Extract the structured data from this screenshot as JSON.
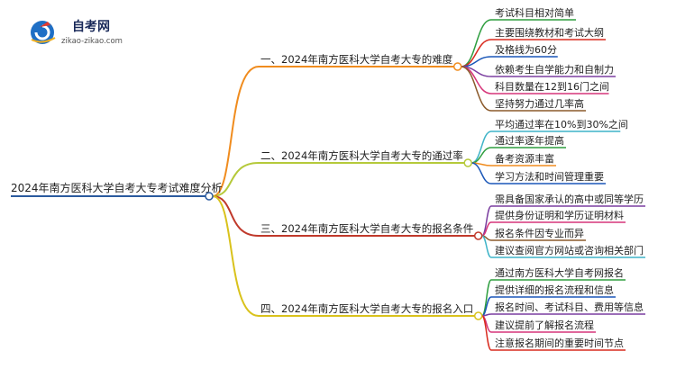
{
  "logo": {
    "name": "自考网",
    "url": "zikao-zikao.com"
  },
  "root": {
    "label": "2024年南方医科大学自考大专考试难度分析"
  },
  "branches": [
    {
      "label": "一、2024年南方医科大学自考大专的难度",
      "color": "#f08c1e",
      "children": [
        {
          "label": "考试科目相对简单",
          "color": "#2e9e3f"
        },
        {
          "label": "主要围绕教材和考试大纲",
          "color": "#d92b1f"
        },
        {
          "label": "及格线为60分",
          "color": "#1a57b8"
        },
        {
          "label": "依赖考生自学能力和自制力",
          "color": "#7b3fa0"
        },
        {
          "label": "科目数量在12到16门之间",
          "color": "#d6357a"
        },
        {
          "label": "坚持努力通过几率高",
          "color": "#8b5a2b"
        }
      ]
    },
    {
      "label": "二、2024年南方医科大学自考大专的通过率",
      "color": "#b5c93a",
      "children": [
        {
          "label": "平均通过率在10%到30%之间",
          "color": "#3fb4c8"
        },
        {
          "label": "通过率逐年提高",
          "color": "#2e9e3f"
        },
        {
          "label": "备考资源丰富",
          "color": "#f08c1e"
        },
        {
          "label": "学习方法和时间管理重要",
          "color": "#1a57b8"
        }
      ]
    },
    {
      "label": "三、2024年南方医科大学自考大专的报名条件",
      "color": "#c0392b",
      "children": [
        {
          "label": "需具备国家承认的高中或同等学历",
          "color": "#7b3fa0"
        },
        {
          "label": "提供身份证明和学历证明材料",
          "color": "#d6357a"
        },
        {
          "label": "报名条件因专业而异",
          "color": "#8b5a2b"
        },
        {
          "label": "建议查阅官方网站或咨询相关部门",
          "color": "#3fb4c8"
        }
      ]
    },
    {
      "label": "四、2024年南方医科大学自考大专的报名入口",
      "color": "#d9c21c",
      "children": [
        {
          "label": "通过南方医科大学自考网报名",
          "color": "#2e9e3f"
        },
        {
          "label": "提供详细的报名流程和信息",
          "color": "#1a57b8"
        },
        {
          "label": "报名时间、考试科目、费用等信息",
          "color": "#7b3fa0"
        },
        {
          "label": "建议提前了解报名流程",
          "color": "#d6357a"
        },
        {
          "label": "注意报名期间的重要时间节点",
          "color": "#d92b1f"
        }
      ]
    }
  ],
  "colors": {
    "root_line": "#2b5a9e",
    "node_fill": "#ffffff"
  }
}
